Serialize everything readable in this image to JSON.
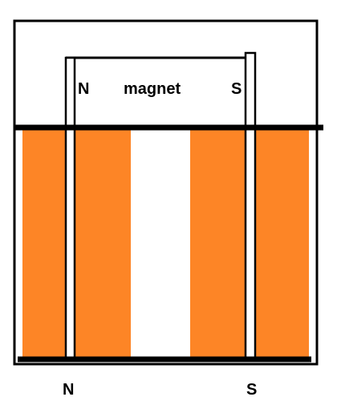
{
  "labels": {
    "magnet": "magnet",
    "inner_north": "N",
    "inner_south": "S",
    "outer_north": "N",
    "outer_south": "S"
  },
  "colors": {
    "fill_strip": "#fd8526",
    "outline": "#000000",
    "background": "#ffffff"
  }
}
